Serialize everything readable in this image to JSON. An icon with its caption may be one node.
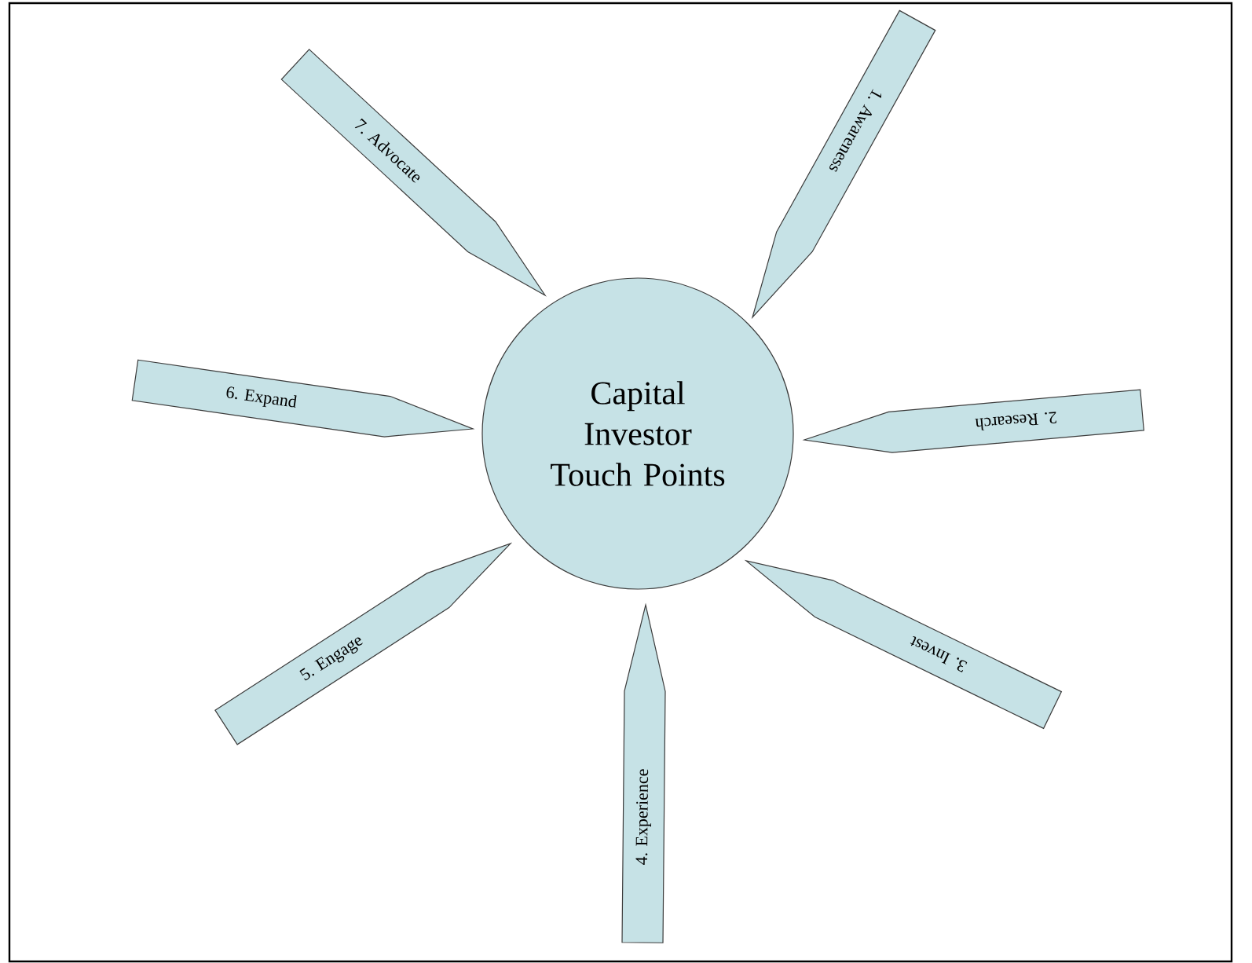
{
  "diagram": {
    "nodes": [
      {
        "text": [
          "Capital Investor Touch Points"
        ]
      },
      {
        "text": [
          "1. Awareness"
        ]
      },
      {
        "text": [
          "2. Research"
        ]
      },
      {
        "text": [
          "3. Invest"
        ]
      },
      {
        "text": [
          "4. Experience"
        ]
      },
      {
        "text": [
          "5. Engage"
        ]
      },
      {
        "text": [
          "6. Expand"
        ]
      },
      {
        "text": [
          "7. Advocate"
        ]
      }
    ]
  }
}
